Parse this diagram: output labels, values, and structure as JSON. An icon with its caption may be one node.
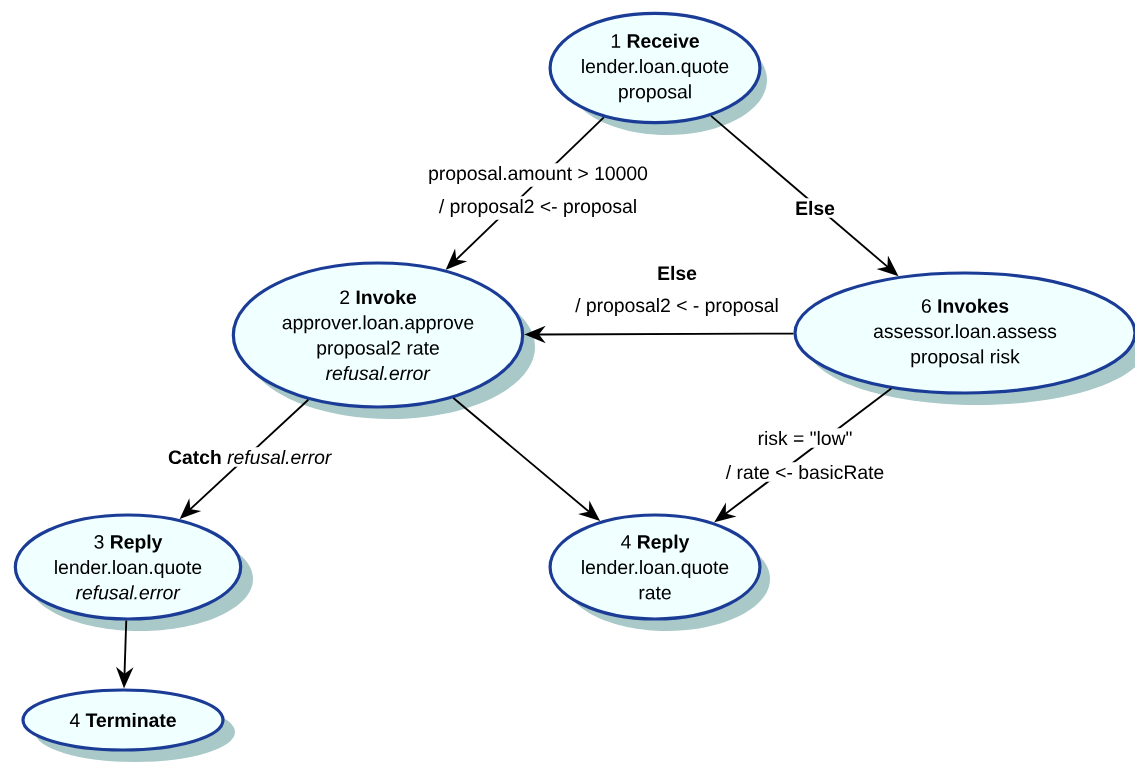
{
  "diagram": {
    "nodes": [
      {
        "text": [
          "1 **Receive**",
          "lender.loan.quote",
          "proposal"
        ]
      },
      {
        "text": [
          "2 **Invoke**",
          "approver.loan.approve",
          "proposal2 rate",
          "*refusal.error*"
        ]
      },
      {
        "text": [
          "6 **Invokes**",
          "assessor.loan.assess",
          "proposal risk"
        ]
      },
      {
        "text": [
          "3 **Reply**",
          "lender.loan.quote",
          "*refusal.error*"
        ]
      },
      {
        "text": [
          "4 **Reply**",
          "lender.loan.quote",
          "rate"
        ]
      },
      {
        "text": [
          "4 **Terminate**"
        ]
      }
    ],
    "edges": [
      {
        "from": 0,
        "to": 1,
        "arrow": "to",
        "label": "proposal.amount > 10000"
      },
      {
        "from": 0,
        "to": 2,
        "arrow": "to",
        "label": "**Else**"
      },
      {
        "from": 2,
        "to": 1,
        "arrow": "to",
        "label": "**Else**"
      },
      {
        "from": 1,
        "to": 3,
        "arrow": "to",
        "label": "**Catch** *refusal.error*"
      },
      {
        "from": 1,
        "to": 4,
        "arrow": "to"
      },
      {
        "from": 2,
        "to": 4,
        "arrow": "to",
        "label": "risk = \"low\""
      },
      {
        "from": 3,
        "to": 5,
        "arrow": "to"
      }
    ],
    "labels": [
      "/ proposal2 <- proposal",
      "/ proposal2 < - proposal",
      "/ rate <- basicRate"
    ]
  }
}
